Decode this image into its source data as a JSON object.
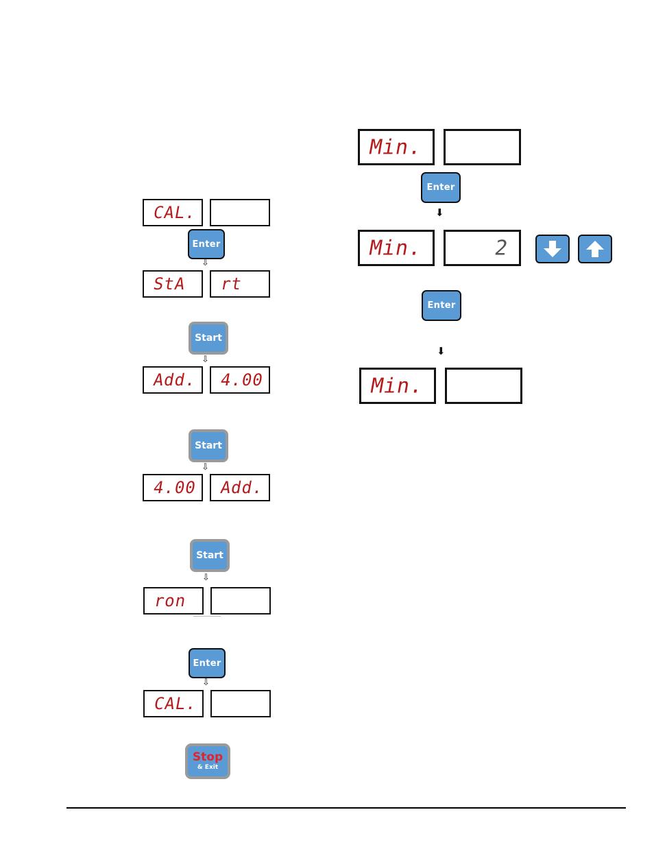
{
  "left_flow": {
    "step1": {
      "display_left": "CAL.",
      "display_right": ""
    },
    "enter1": "Enter",
    "step2": {
      "display_left": "StA",
      "display_right": "rt"
    },
    "start1": "Start",
    "step3": {
      "display_left": "Add.",
      "display_right": "4.00"
    },
    "start2": "Start",
    "step4": {
      "display_left": "4.00",
      "display_right": "Add."
    },
    "start3": "Start",
    "step5": {
      "display_left": "ron",
      "display_right": ""
    },
    "enter2": "Enter",
    "step6": {
      "display_left": "CAL.",
      "display_right": ""
    },
    "stop": {
      "main": "Stop",
      "sub": "& Exit"
    },
    "flow_arrow": "⇩"
  },
  "right_flow": {
    "step1": {
      "display_left": "Min.",
      "display_right": ""
    },
    "enter1": "Enter",
    "step2": {
      "display_left": "Min.",
      "display_right": "2"
    },
    "enter2": "Enter",
    "step3": {
      "display_left": "Min.",
      "display_right": ""
    },
    "flow_arrow": "⬇",
    "down_icon": "down-arrow-icon",
    "up_icon": "up-arrow-icon"
  },
  "colors": {
    "display_text": "#b51b1b",
    "button_blue": "#5b9bd5",
    "button_border_gray": "#9a9a9a",
    "stop_red": "#e0242a"
  }
}
